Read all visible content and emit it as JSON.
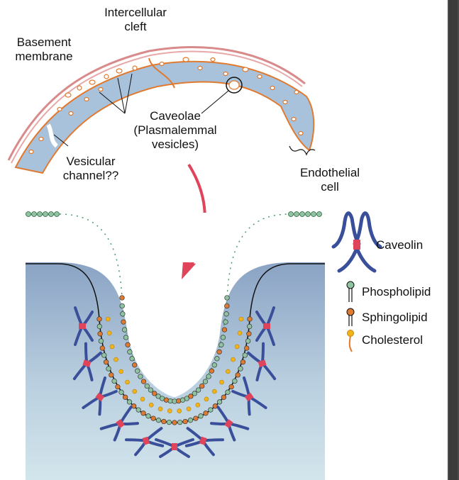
{
  "labels": {
    "intercellular_cleft": "Intercellular\ncleft",
    "basement_membrane": "Basement\nmembrane",
    "caveolae": "Caveolae\n(Plasmalemmal\nvesicles)",
    "vesicular_channel": "Vesicular\nchannel??",
    "endothelial_cell": "Endothelial\ncell"
  },
  "legend": {
    "caveolin": "Caveolin",
    "phospholipid": "Phospholipid",
    "sphingolipid": "Sphingolipid",
    "cholesterol": "Cholesterol"
  },
  "colors": {
    "cytoplasm": "#a8c2dc",
    "membrane_outline": "#e07a30",
    "basement_membrane": "#d97a7a",
    "arrow": "#e0445a",
    "caveolin": "#3a4f9a",
    "caveolin_center": "#e0445a",
    "phospholipid_head": "#8fc4a0",
    "sphingolipid_head": "#e07a30",
    "cholesterol": "#f2b21a",
    "background_top": "#8aa3c4",
    "background_bottom": "#cfe2ea"
  }
}
